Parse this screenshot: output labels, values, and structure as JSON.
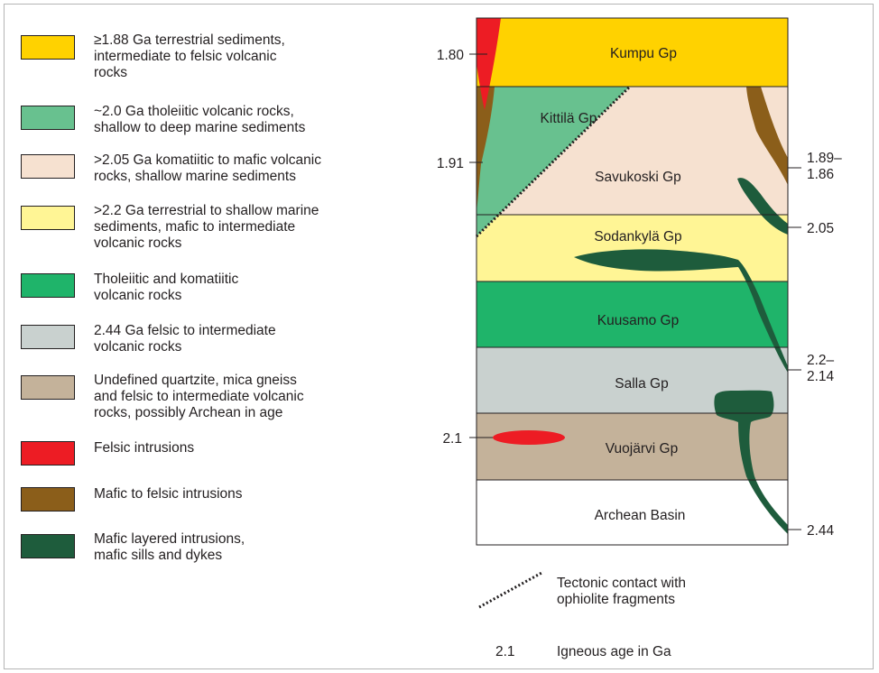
{
  "colors": {
    "terrestrial_188": "#ffd200",
    "tholeiitic_20": "#68c18f",
    "komatiitic_205": "#f6e1d0",
    "terrestrial_22": "#fff595",
    "tholeiitic_komatiitic": "#1fb46a",
    "felsic_244": "#c9d1cf",
    "undefined_archean": "#c4b29a",
    "felsic_intrusions": "#ed1c24",
    "mafic_felsic_intrusions": "#8b5e1a",
    "mafic_layered": "#1e5c3c",
    "archean_basin": "#ffffff"
  },
  "legend": [
    {
      "color_key": "terrestrial_188",
      "lines": [
        "≥1.88 Ga terrestrial sediments,",
        "intermediate to felsic volcanic",
        "rocks"
      ]
    },
    {
      "color_key": "tholeiitic_20",
      "lines": [
        "~2.0 Ga tholeiitic volcanic rocks,",
        "shallow to deep marine sediments"
      ]
    },
    {
      "color_key": "komatiitic_205",
      "lines": [
        ">2.05 Ga komatiitic to mafic volcanic",
        "rocks, shallow marine sediments"
      ]
    },
    {
      "color_key": "terrestrial_22",
      "lines": [
        ">2.2 Ga terrestrial to shallow marine",
        "sediments, mafic to intermediate",
        "volcanic rocks"
      ]
    },
    {
      "color_key": "tholeiitic_komatiitic",
      "lines": [
        "Tholeiitic and komatiitic",
        "volcanic rocks"
      ]
    },
    {
      "color_key": "felsic_244",
      "lines": [
        "2.44 Ga felsic to intermediate",
        "volcanic rocks"
      ]
    },
    {
      "color_key": "undefined_archean",
      "lines": [
        "Undefined quartzite, mica gneiss",
        "and felsic to intermediate volcanic",
        "rocks, possibly Archean in age"
      ]
    },
    {
      "color_key": "felsic_intrusions",
      "lines": [
        "Felsic intrusions"
      ]
    },
    {
      "color_key": "mafic_felsic_intrusions",
      "lines": [
        "Mafic to felsic intrusions"
      ]
    },
    {
      "color_key": "mafic_layered",
      "lines": [
        "Mafic layered intrusions,",
        "mafic sills and dykes"
      ]
    }
  ],
  "column": {
    "units": [
      {
        "name": "Kumpu Gp",
        "color_key": "terrestrial_188"
      },
      {
        "name": "Savukoski Gp",
        "color_key": "komatiitic_205"
      },
      {
        "name": "Sodankylä Gp",
        "color_key": "terrestrial_22"
      },
      {
        "name": "Kuusamo Gp",
        "color_key": "tholeiitic_komatiitic"
      },
      {
        "name": "Salla Gp",
        "color_key": "felsic_244"
      },
      {
        "name": "Vuojärvi Gp",
        "color_key": "undefined_archean"
      },
      {
        "name": "Archean Basin",
        "color_key": "archean_basin"
      }
    ],
    "kittila_label": "Kittilä Gp"
  },
  "ages_left": [
    "1.80",
    "1.91",
    "2.1"
  ],
  "ages_right": [
    {
      "lines": [
        "1.89–",
        "1.86"
      ]
    },
    {
      "lines": [
        "2.05"
      ]
    },
    {
      "lines": [
        "2.2–",
        "2.14"
      ]
    },
    {
      "lines": [
        "2.44"
      ]
    }
  ],
  "notes": {
    "tectonic": [
      "Tectonic contact with",
      "ophiolite fragments"
    ],
    "igneous_symbol": "2.1",
    "igneous_text": "Igneous age in Ga"
  }
}
